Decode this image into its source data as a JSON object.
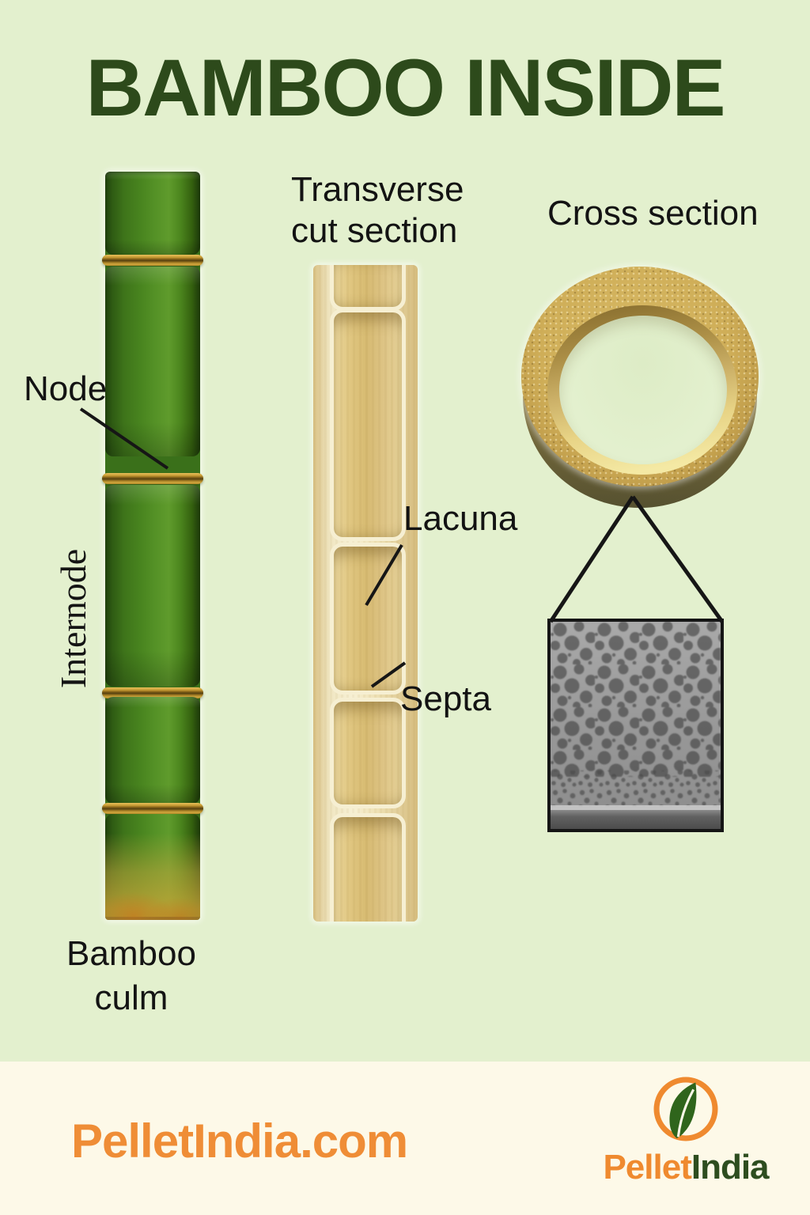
{
  "page": {
    "title": "BAMBOO INSIDE",
    "background_color": "#e3f0ce",
    "footer_background_color": "#fdf9e8",
    "title_color": "#2d4a1b"
  },
  "diagram": {
    "culm": {
      "node_label": "Node",
      "internode_label": "Internode",
      "caption_line1": "Bamboo",
      "caption_line2": "culm"
    },
    "transverse": {
      "heading_line1": "Transverse",
      "heading_line2": "cut section",
      "lacuna_label": "Lacuna",
      "septa_label": "Septa"
    },
    "cross_section": {
      "heading": "Cross section"
    }
  },
  "footer": {
    "website": "PelletIndia.com",
    "logo": {
      "icon": "leaf-icon",
      "brand_first": "Pellet",
      "brand_second": "India"
    }
  },
  "colors": {
    "accent_orange": "#ef8a2f",
    "brand_green": "#2d4d1f",
    "culm_green": "#4c861e",
    "node_tan": "#c69a33",
    "section_cream": "#e8d5a0",
    "ring_gold": "#c9a84f",
    "label_black": "#131313"
  }
}
